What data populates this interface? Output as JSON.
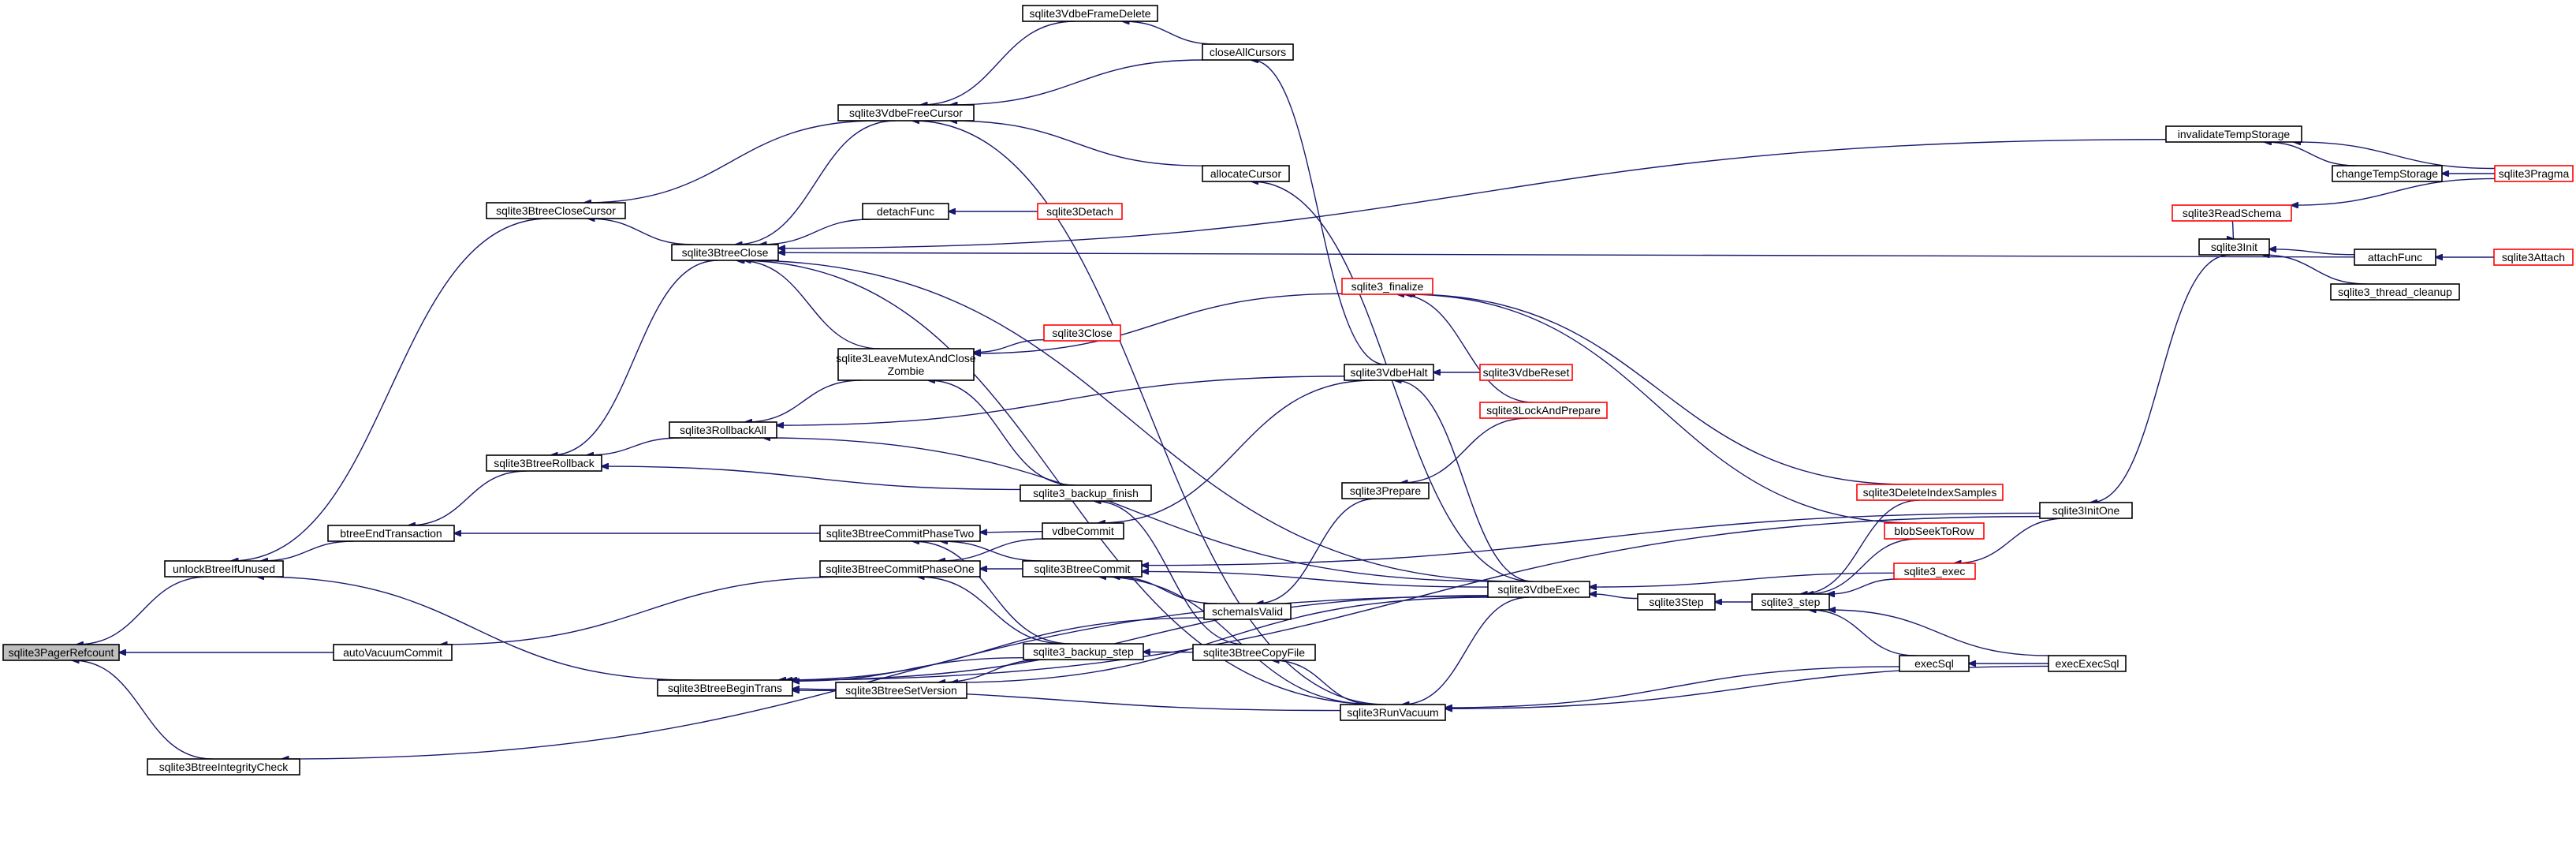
{
  "graph": {
    "focus": "sqlite3PagerRefcount",
    "nodes": {
      "pagerRefcount": {
        "label": "sqlite3PagerRefcount",
        "style": "focus"
      },
      "unlockBtree": {
        "label": "unlockBtreeIfUnused",
        "style": "normal"
      },
      "autoVacuumCommit": {
        "label": "autoVacuumCommit",
        "style": "normal"
      },
      "integrityCheck": {
        "label": "sqlite3BtreeIntegrityCheck",
        "style": "normal"
      },
      "closeCursor": {
        "label": "sqlite3BtreeCloseCursor",
        "style": "normal"
      },
      "btreeRollback": {
        "label": "sqlite3BtreeRollback",
        "style": "normal"
      },
      "endTransaction": {
        "label": "btreeEndTransaction",
        "style": "normal"
      },
      "beginTrans": {
        "label": "sqlite3BtreeBeginTrans",
        "style": "normal"
      },
      "btreeClose": {
        "label": "sqlite3BtreeClose",
        "style": "normal"
      },
      "rollbackAll": {
        "label": "sqlite3RollbackAll",
        "style": "normal"
      },
      "vdbeFreeCursor": {
        "label": "sqlite3VdbeFreeCursor",
        "style": "normal"
      },
      "leaveMutex": {
        "label": [
          "sqlite3LeaveMutexAndClose",
          "Zombie"
        ],
        "style": "normal"
      },
      "commitPhaseTwo": {
        "label": "sqlite3BtreeCommitPhaseTwo",
        "style": "normal"
      },
      "commitPhaseOne": {
        "label": "sqlite3BtreeCommitPhaseOne",
        "style": "normal"
      },
      "setVersion": {
        "label": "sqlite3BtreeSetVersion",
        "style": "normal"
      },
      "detachFunc": {
        "label": "detachFunc",
        "style": "normal"
      },
      "frameDelete": {
        "label": "sqlite3VdbeFrameDelete",
        "style": "normal"
      },
      "closeAllCursors": {
        "label": "closeAllCursors",
        "style": "normal"
      },
      "allocateCursor": {
        "label": "allocateCursor",
        "style": "normal"
      },
      "detach": {
        "label": "sqlite3Detach",
        "style": "red"
      },
      "close": {
        "label": "sqlite3Close",
        "style": "red"
      },
      "backupFinish": {
        "label": "sqlite3_backup_finish",
        "style": "normal"
      },
      "vdbeCommit": {
        "label": "vdbeCommit",
        "style": "normal"
      },
      "btreeCommit": {
        "label": "sqlite3BtreeCommit",
        "style": "normal"
      },
      "schemaIsValid": {
        "label": "schemaIsValid",
        "style": "normal"
      },
      "backupStep": {
        "label": "sqlite3_backup_step",
        "style": "normal"
      },
      "copyFile": {
        "label": "sqlite3BtreeCopyFile",
        "style": "normal"
      },
      "finalize": {
        "label": "sqlite3_finalize",
        "style": "red"
      },
      "vdbeHalt": {
        "label": "sqlite3VdbeHalt",
        "style": "normal"
      },
      "vdbeReset": {
        "label": "sqlite3VdbeReset",
        "style": "red"
      },
      "lockAndPrepare": {
        "label": "sqlite3LockAndPrepare",
        "style": "red"
      },
      "prepare": {
        "label": "sqlite3Prepare",
        "style": "normal"
      },
      "vdbeExec": {
        "label": "sqlite3VdbeExec",
        "style": "normal"
      },
      "runVacuum": {
        "label": "sqlite3RunVacuum",
        "style": "normal"
      },
      "step": {
        "label": "sqlite3Step",
        "style": "normal"
      },
      "stepApi": {
        "label": "sqlite3_step",
        "style": "normal"
      },
      "deleteIndexSamples": {
        "label": "sqlite3DeleteIndexSamples",
        "style": "red"
      },
      "blobSeekToRow": {
        "label": "blobSeekToRow",
        "style": "red"
      },
      "exec": {
        "label": "sqlite3_exec",
        "style": "red"
      },
      "execSql": {
        "label": "execSql",
        "style": "normal"
      },
      "execExecSql": {
        "label": "execExecSql",
        "style": "normal"
      },
      "initOne": {
        "label": "sqlite3InitOne",
        "style": "normal"
      },
      "init": {
        "label": "sqlite3Init",
        "style": "normal"
      },
      "readSchema": {
        "label": "sqlite3ReadSchema",
        "style": "red"
      },
      "attachFunc": {
        "label": "attachFunc",
        "style": "normal"
      },
      "threadCleanup": {
        "label": "sqlite3_thread_cleanup",
        "style": "normal"
      },
      "attach": {
        "label": "sqlite3Attach",
        "style": "red"
      },
      "invalidateTemp": {
        "label": "invalidateTempStorage",
        "style": "normal"
      },
      "changeTemp": {
        "label": "changeTempStorage",
        "style": "normal"
      },
      "pragma": {
        "label": "sqlite3Pragma",
        "style": "red"
      }
    },
    "edges": [
      [
        "pagerRefcount",
        "unlockBtree"
      ],
      [
        "pagerRefcount",
        "autoVacuumCommit"
      ],
      [
        "pagerRefcount",
        "integrityCheck"
      ],
      [
        "unlockBtree",
        "closeCursor"
      ],
      [
        "unlockBtree",
        "endTransaction"
      ],
      [
        "unlockBtree",
        "beginTrans"
      ],
      [
        "autoVacuumCommit",
        "commitPhaseOne"
      ],
      [
        "integrityCheck",
        "vdbeExec"
      ],
      [
        "closeCursor",
        "vdbeFreeCursor"
      ],
      [
        "closeCursor",
        "btreeClose"
      ],
      [
        "endTransaction",
        "btreeRollback"
      ],
      [
        "endTransaction",
        "commitPhaseTwo"
      ],
      [
        "btreeRollback",
        "btreeClose"
      ],
      [
        "btreeRollback",
        "rollbackAll"
      ],
      [
        "btreeRollback",
        "backupFinish"
      ],
      [
        "beginTrans",
        "schemaIsValid"
      ],
      [
        "beginTrans",
        "backupStep"
      ],
      [
        "beginTrans",
        "setVersion"
      ],
      [
        "beginTrans",
        "runVacuum"
      ],
      [
        "beginTrans",
        "vdbeExec"
      ],
      [
        "beginTrans",
        "initOne"
      ],
      [
        "btreeClose",
        "vdbeFreeCursor"
      ],
      [
        "btreeClose",
        "detachFunc"
      ],
      [
        "btreeClose",
        "leaveMutex"
      ],
      [
        "btreeClose",
        "attachFunc"
      ],
      [
        "btreeClose",
        "invalidateTemp"
      ],
      [
        "btreeClose",
        "runVacuum"
      ],
      [
        "btreeClose",
        "vdbeExec"
      ],
      [
        "rollbackAll",
        "leaveMutex"
      ],
      [
        "rollbackAll",
        "vdbeHalt"
      ],
      [
        "rollbackAll",
        "vdbeExec"
      ],
      [
        "vdbeFreeCursor",
        "frameDelete"
      ],
      [
        "vdbeFreeCursor",
        "closeAllCursors"
      ],
      [
        "vdbeFreeCursor",
        "allocateCursor"
      ],
      [
        "vdbeFreeCursor",
        "runVacuum"
      ],
      [
        "frameDelete",
        "closeAllCursors"
      ],
      [
        "closeAllCursors",
        "vdbeHalt"
      ],
      [
        "allocateCursor",
        "vdbeExec"
      ],
      [
        "detachFunc",
        "detach"
      ],
      [
        "leaveMutex",
        "close"
      ],
      [
        "leaveMutex",
        "finalize"
      ],
      [
        "leaveMutex",
        "backupFinish"
      ],
      [
        "commitPhaseTwo",
        "vdbeCommit"
      ],
      [
        "commitPhaseTwo",
        "btreeCommit"
      ],
      [
        "commitPhaseTwo",
        "backupStep"
      ],
      [
        "commitPhaseOne",
        "vdbeCommit"
      ],
      [
        "commitPhaseOne",
        "btreeCommit"
      ],
      [
        "commitPhaseOne",
        "backupStep"
      ],
      [
        "setVersion",
        "backupStep"
      ],
      [
        "setVersion",
        "vdbeExec"
      ],
      [
        "vdbeCommit",
        "vdbeHalt"
      ],
      [
        "btreeCommit",
        "schemaIsValid"
      ],
      [
        "btreeCommit",
        "runVacuum"
      ],
      [
        "btreeCommit",
        "initOne"
      ],
      [
        "btreeCommit",
        "vdbeExec"
      ],
      [
        "backupFinish",
        "copyFile"
      ],
      [
        "backupStep",
        "copyFile"
      ],
      [
        "copyFile",
        "runVacuum"
      ],
      [
        "schemaIsValid",
        "prepare"
      ],
      [
        "finalize",
        "lockAndPrepare"
      ],
      [
        "finalize",
        "deleteIndexSamples"
      ],
      [
        "finalize",
        "blobSeekToRow"
      ],
      [
        "vdbeHalt",
        "vdbeReset"
      ],
      [
        "vdbeHalt",
        "vdbeExec"
      ],
      [
        "prepare",
        "lockAndPrepare"
      ],
      [
        "vdbeExec",
        "step"
      ],
      [
        "vdbeExec",
        "exec"
      ],
      [
        "runVacuum",
        "vdbeExec"
      ],
      [
        "runVacuum",
        "execSql"
      ],
      [
        "runVacuum",
        "execExecSql"
      ],
      [
        "step",
        "stepApi"
      ],
      [
        "stepApi",
        "deleteIndexSamples"
      ],
      [
        "stepApi",
        "blobSeekToRow"
      ],
      [
        "stepApi",
        "exec"
      ],
      [
        "stepApi",
        "execSql"
      ],
      [
        "stepApi",
        "execExecSql"
      ],
      [
        "exec",
        "initOne"
      ],
      [
        "execSql",
        "execExecSql"
      ],
      [
        "initOne",
        "init"
      ],
      [
        "init",
        "readSchema"
      ],
      [
        "init",
        "attachFunc"
      ],
      [
        "init",
        "threadCleanup"
      ],
      [
        "readSchema",
        "pragma"
      ],
      [
        "attachFunc",
        "attach"
      ],
      [
        "invalidateTemp",
        "changeTemp"
      ],
      [
        "invalidateTemp",
        "pragma"
      ],
      [
        "changeTemp",
        "pragma"
      ]
    ]
  }
}
